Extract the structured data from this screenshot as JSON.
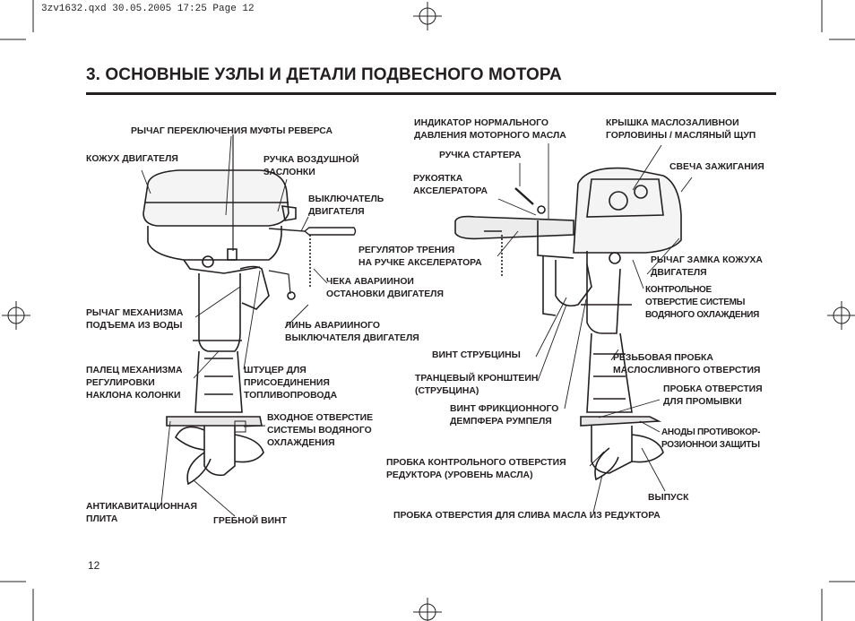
{
  "print_header": "3zv1632.qxd  30.05.2005  17:25  Page 12",
  "title": "3. ОСНОВНЫЕ УЗЛЫ И ДЕТАЛИ ПОДВЕСНОГО МОТОРА",
  "page_number": "12",
  "left_labels": {
    "reverse_lever": "РЫЧАГ ПЕРЕКЛЮЧЕНИЯ МУФТЫ РЕВЕРСА",
    "engine_cover": "КОЖУХ ДВИГАТЕЛЯ",
    "choke_knob": "РУЧКА ВОЗДУШНОЙ\nЗАСЛОНКИ",
    "engine_switch": "ВЫКЛЮЧАТЕЛЬ\nДВИГАТЕЛЯ",
    "emergency_clip": "ЧЕКА АВАРИИНОИ\nОСТАНОВКИ ДВИГАТЕЛЯ",
    "tilt_lever": "РЫЧАГ МЕХАНИЗМА\nПОДЪЕМА ИЗ ВОДЫ",
    "emergency_lanyard": "ЛИНЬ АВАРИИНОГО\nВЫКЛЮЧАТЕЛЯ ДВИГАТЕЛЯ",
    "trim_pin": "ПАЛЕЦ МЕХАНИЗМА\nРЕГУЛИРОВКИ\nНАКЛОНА КОЛОНКИ",
    "fuel_connector": "ШТУЦЕР ДЛЯ\nПРИСОЕДИНЕНИЯ\nТОПЛИВОПРОВОДА",
    "cooling_inlet": "ВХОДНОЕ ОТВЕРСТИЕ\nСИСТЕМЫ ВОДЯНОГО\nОХЛАЖДЕНИЯ",
    "anticavitation_plate": "АНТИКАВИТАЦИОННАЯ\nПЛИТА",
    "propeller": "ГРЕБНОЙ ВИНТ"
  },
  "right_labels": {
    "oil_indicator": "ИНДИКАТОР НОРМАЛЬНОГО\nДАВЛЕНИЯ МОТОРНОГО МАСЛА",
    "oil_cap": "КРЫШКА МАСЛОЗАЛИВНОИ\nГОРЛОВИНЫ / МАСЛЯНЫЙ ЩУП",
    "starter_handle": "РУЧКА СТАРТЕРА",
    "spark_plug": "СВЕЧА ЗАЖИГАНИЯ",
    "throttle_grip": "РУКОЯТКА\nАКСЕЛЕРАТОРА",
    "throttle_friction": "РЕГУЛЯТОР ТРЕНИЯ\nНА РУЧКЕ АКСЕЛЕРАТОРА",
    "cover_lock": "РЫЧАГ ЗАМКА КОЖУХА\nДВИГАТЕЛЯ",
    "cooling_check": "КОНТРОЛЬНОЕ\nОТВЕРСТИЕ СИСТЕМЫ\nВОДЯНОГО ОХЛАЖДЕНИЯ",
    "clamp_screw": "ВИНТ СТРУБЦИНЫ",
    "oil_fill_plug": "РЕЗЬБОВАЯ ПРОБКА\nМАСЛОСЛИВНОГО ОТВЕРСТИЯ",
    "transom_bracket": "ТРАНЦЕВЫЙ КРОНШТЕИН\n(СТРУБЦИНА)",
    "flush_plug": "ПРОБКА ОТВЕРСТИЯ\nДЛЯ ПРОМЫВКИ",
    "steering_friction": "ВИНТ ФРИКЦИОННОГО\nДЕМПФЕРА РУМПЕЛЯ",
    "anodes": "АНОДЫ ПРОТИВОКОР-\nРОЗИОННОИ ЗАЩИТЫ",
    "gear_check_plug": "ПРОБКА КОНТРОЛЬНОГО ОТВЕРСТИЯ\nРЕДУКТОРА (УРОВЕНЬ МАСЛА)",
    "exhaust": "ВЫПУСК",
    "gear_drain_plug": "ПРОБКА ОТВЕРСТИЯ ДЛЯ СЛИВА МАСЛА ИЗ РЕДУКТОРА"
  }
}
